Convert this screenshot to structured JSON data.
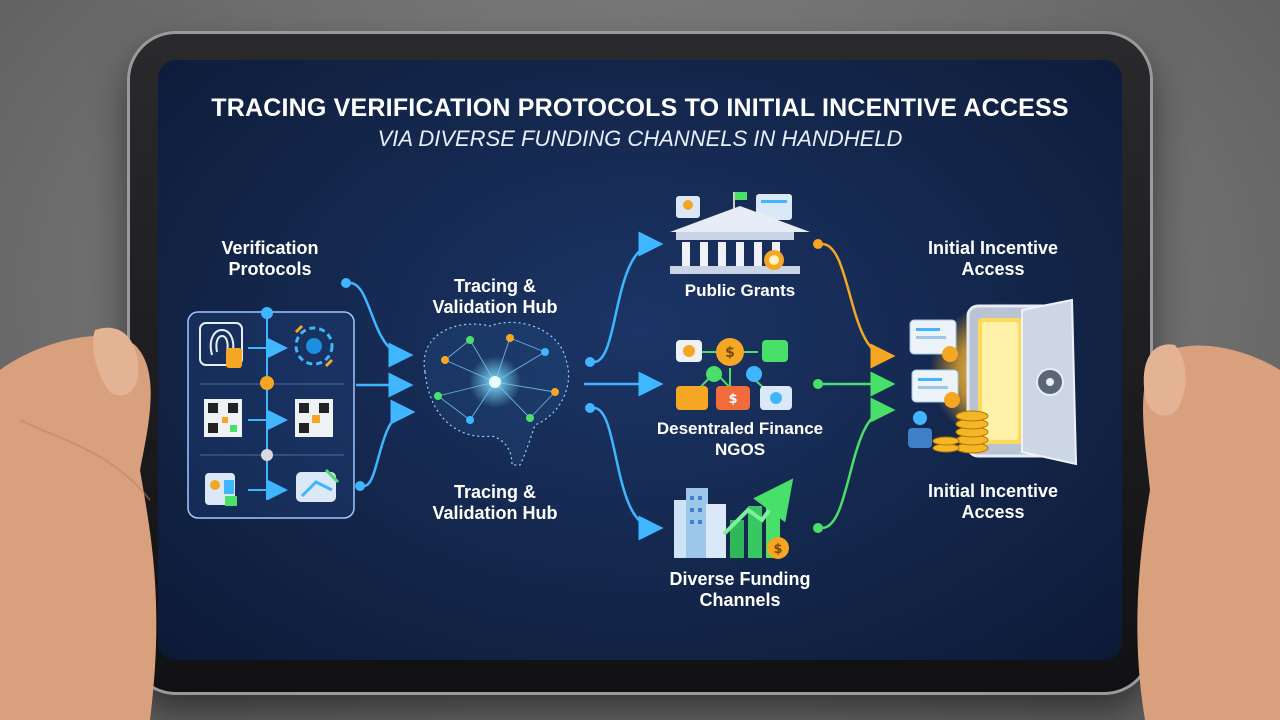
{
  "title": "TRACING VERIFICATION PROTOCOLS TO INITIAL INCENTIVE ACCESS",
  "subtitle": "VIA DIVERSE FUNDING CHANNELS IN HANDHELD",
  "nodes": {
    "verification_protocols": "Verification\nProtocols",
    "hub_top": "Tracing &\nValidation Hub",
    "hub_bottom": "Tracing &\nValidation Hub",
    "public_grants": "Public Grants",
    "decentralized_finance": "Desentraled Finance\nNGOS",
    "diverse_funding": "Diverse Funding\nChannels",
    "incentive_top": "Initial Incentive\nAccess",
    "incentive_bottom": "Initial Incentive\nAccess"
  },
  "colors": {
    "blue_flow": "#3fb6ff",
    "orange_flow": "#f5a623",
    "green_flow": "#49e06a",
    "screen_bg": "#13264b"
  },
  "icons": [
    "fingerprint-icon",
    "gear-cycle-icon",
    "qr-code-icon",
    "id-card-icon",
    "brain-network-icon",
    "bank-building-icon",
    "coin-network-icon",
    "city-growth-icon",
    "vault-icon",
    "coin-stack-icon"
  ]
}
